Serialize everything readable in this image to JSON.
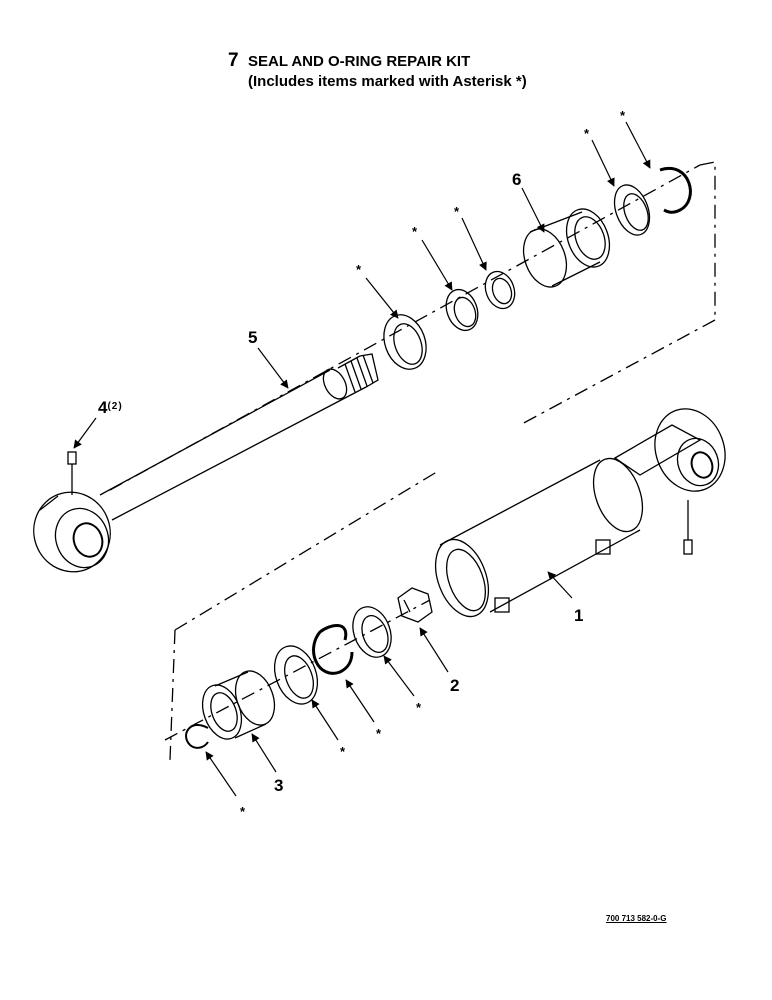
{
  "title": {
    "kit_number": "7",
    "line1": "SEAL AND O-RING REPAIR KIT",
    "line2": "(Includes items marked with Asterisk *)"
  },
  "callouts": {
    "item1": "1",
    "item2": "2",
    "item3": "3",
    "item4": "4",
    "item4_qty": "(2)",
    "item5": "5",
    "item6": "6"
  },
  "asterisk": "*",
  "drawing_number": "700 713 582-0-G"
}
